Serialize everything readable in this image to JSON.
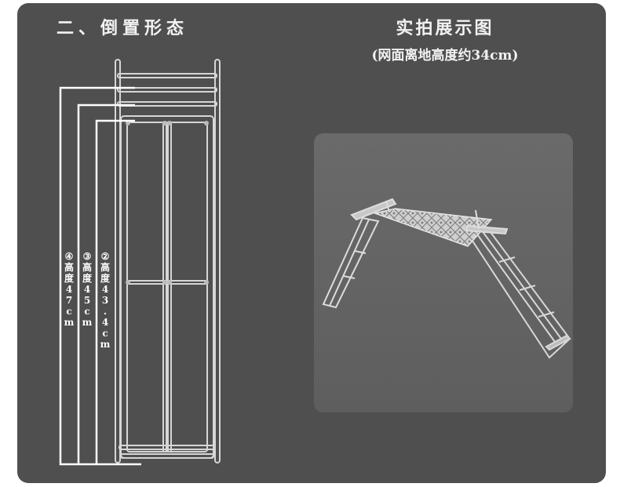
{
  "left_title": "二、倒置形态",
  "right_title": "实拍展示图",
  "right_subtitle": "(网面离地高度约34cm)",
  "dimensions": [
    {
      "marker": "④",
      "label": "高度",
      "value": "47cm"
    },
    {
      "marker": "③",
      "label": "高度",
      "value": "45cm"
    },
    {
      "marker": "②",
      "label": "高度",
      "value": "43.4cm"
    }
  ],
  "colors": {
    "panel": "#4f4f4f",
    "line": "#ffffff",
    "frame": "#cfcfcf"
  }
}
